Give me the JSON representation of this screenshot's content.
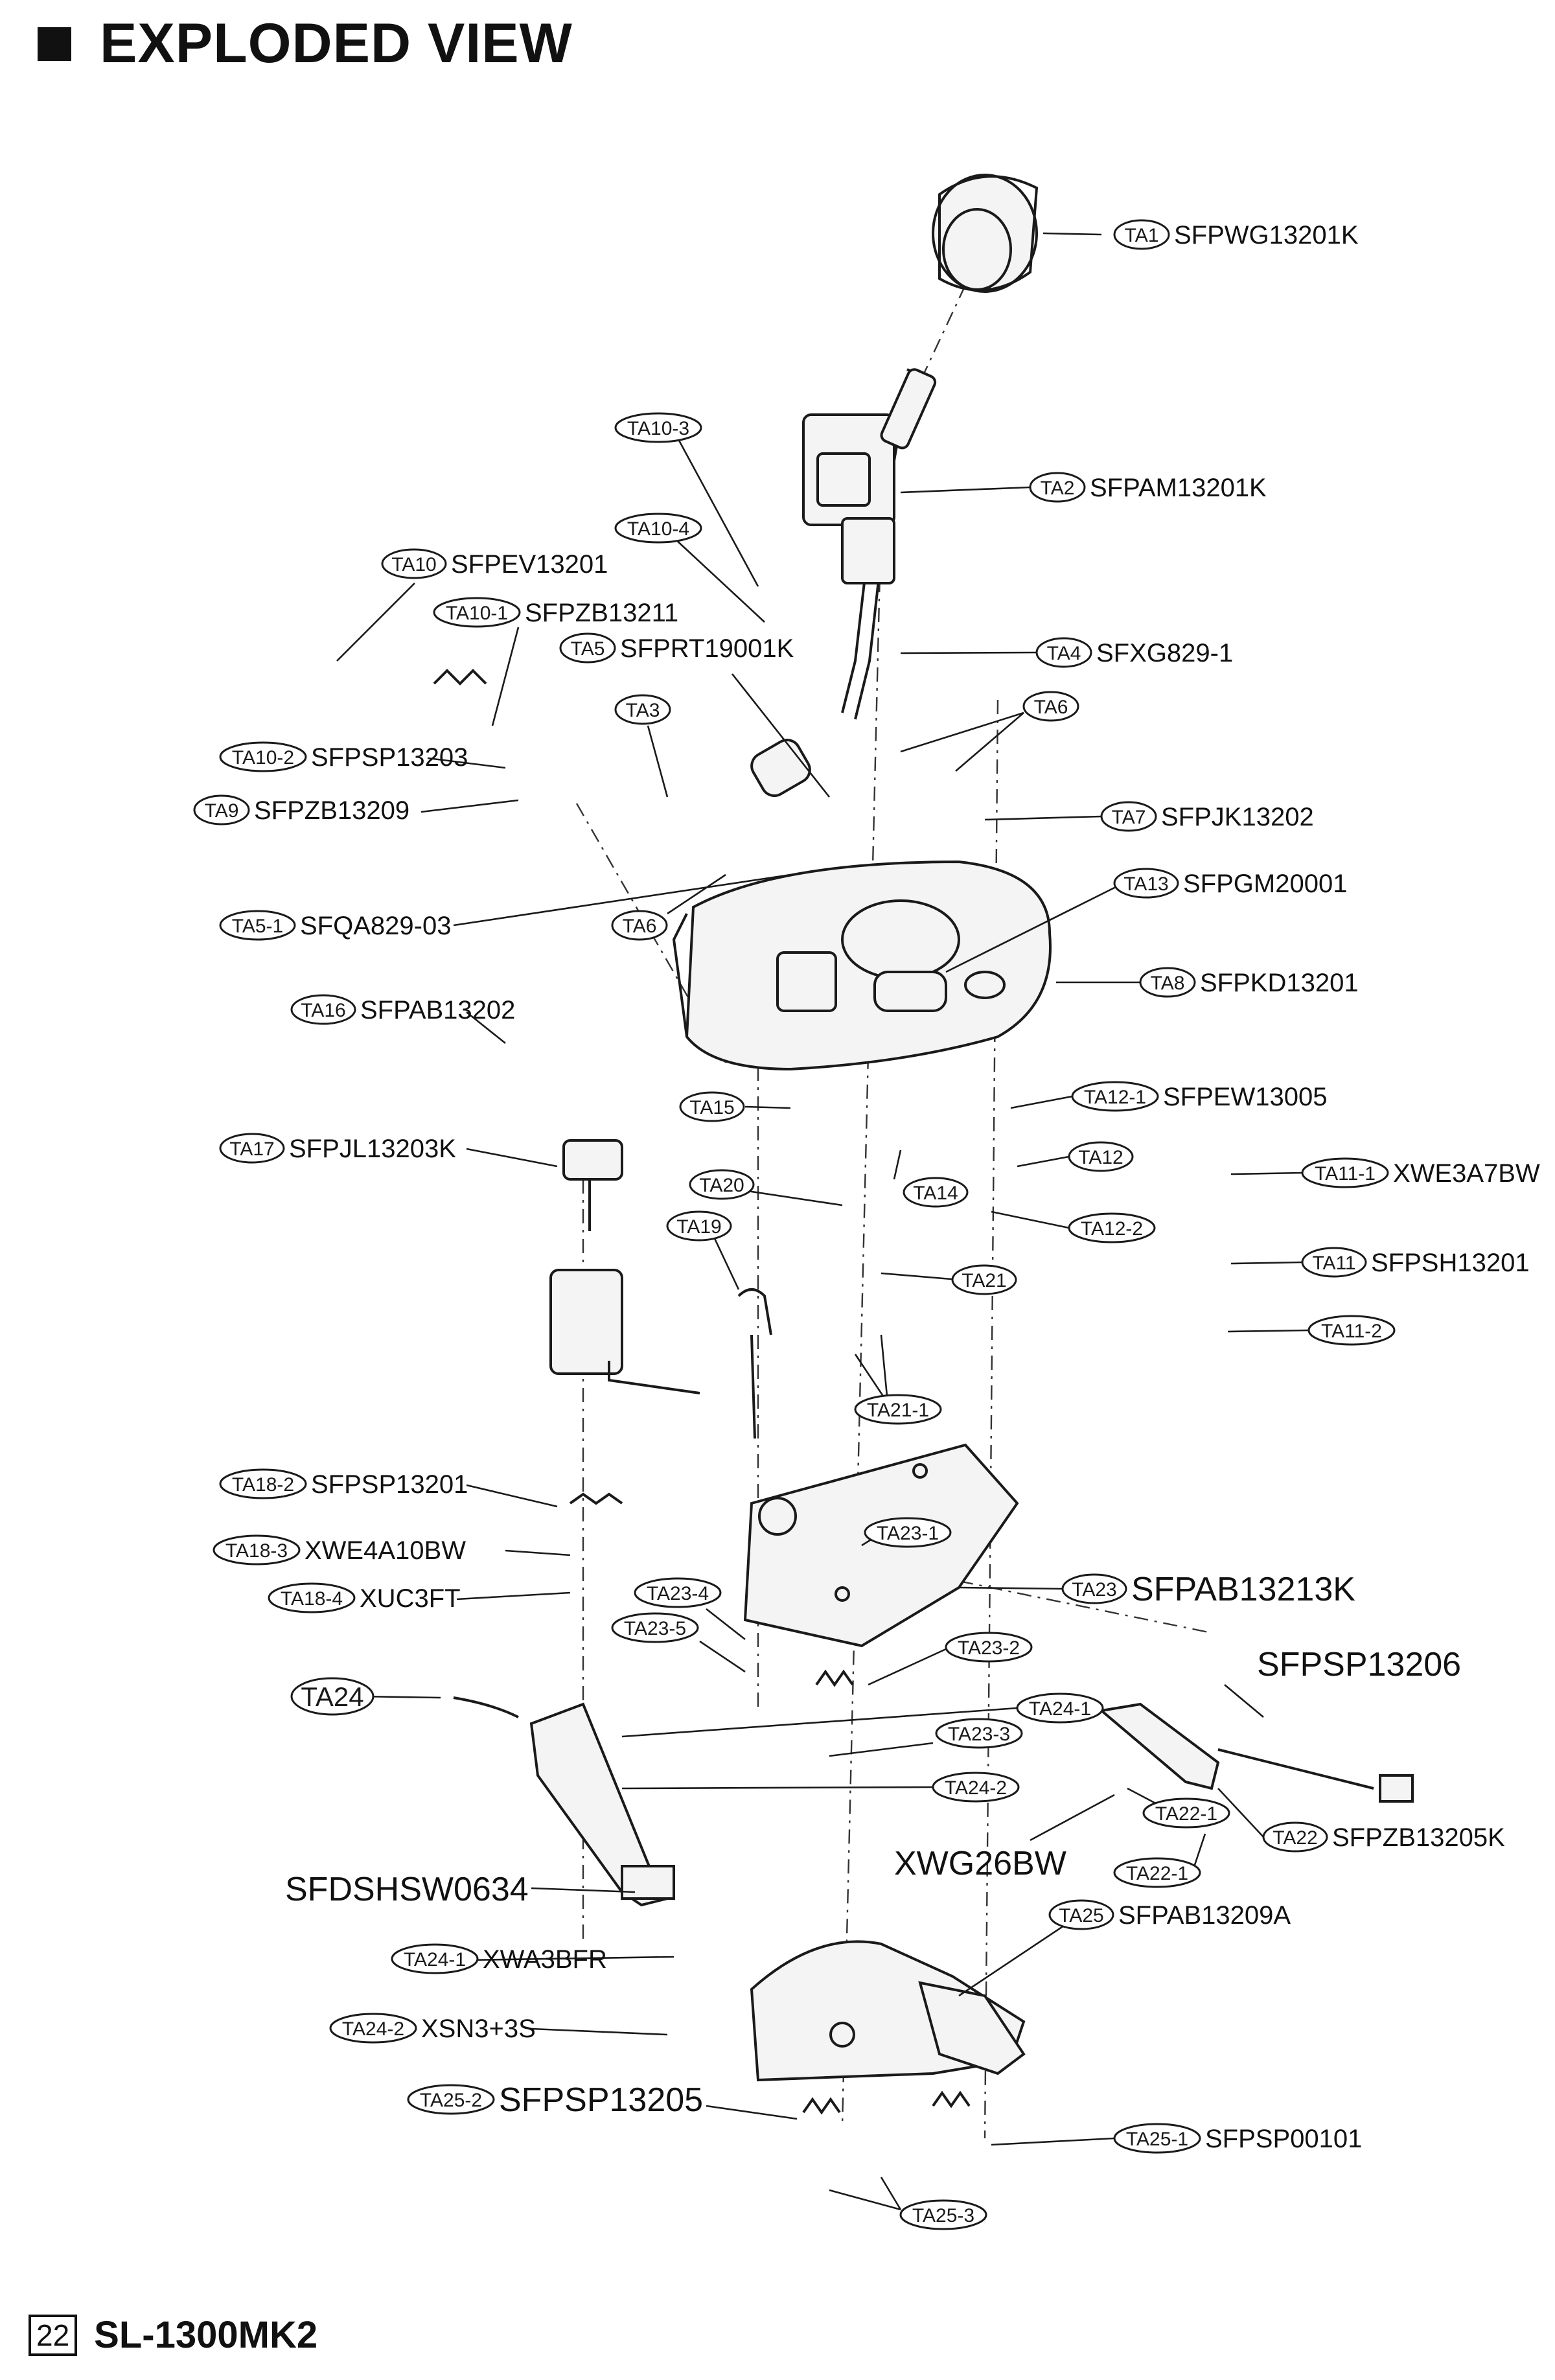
{
  "title": "EXPLODED VIEW",
  "footer": {
    "page_number": "22",
    "model": "SL-1300MK2"
  },
  "labels": [
    {
      "tag": "TA1",
      "part": "SFPWG13201K"
    },
    {
      "tag": "TA2",
      "part": "SFPAM13201K"
    },
    {
      "tag": "TA10-3",
      "part": ""
    },
    {
      "tag": "TA10-4",
      "part": ""
    },
    {
      "tag": "TA10",
      "part": "SFPEV13201"
    },
    {
      "tag": "TA10-1",
      "part": "SFPZB13211"
    },
    {
      "tag": "TA5",
      "part": "SFPRT19001K"
    },
    {
      "tag": "TA3",
      "part": ""
    },
    {
      "tag": "TA4",
      "part": "SFXG829-1"
    },
    {
      "tag": "TA6",
      "part": ""
    },
    {
      "tag": "TA10-2",
      "part": "SFPSP13203"
    },
    {
      "tag": "TA9",
      "part": "SFPZB13209"
    },
    {
      "tag": "TA7",
      "part": "SFPJK13202"
    },
    {
      "tag": "TA13",
      "part": "SFPGM20001"
    },
    {
      "tag": "TA5-1",
      "part": "SFQA829-03"
    },
    {
      "tag": "TA6",
      "part": ""
    },
    {
      "tag": "TA8",
      "part": "SFPKD13201"
    },
    {
      "tag": "TA16",
      "part": "SFPAB13202"
    },
    {
      "tag": "TA12-1",
      "part": "SFPEW13005"
    },
    {
      "tag": "TA15",
      "part": ""
    },
    {
      "tag": "TA17",
      "part": "SFPJL13203K"
    },
    {
      "tag": "TA12",
      "part": ""
    },
    {
      "tag": "TA11-1",
      "part": "XWE3A7BW"
    },
    {
      "tag": "TA20",
      "part": ""
    },
    {
      "tag": "TA14",
      "part": ""
    },
    {
      "tag": "TA12-2",
      "part": ""
    },
    {
      "tag": "TA19",
      "part": ""
    },
    {
      "tag": "TA11",
      "part": "SFPSH13201"
    },
    {
      "tag": "TA21",
      "part": ""
    },
    {
      "tag": "TA11-2",
      "part": ""
    },
    {
      "tag": "TA21-1",
      "part": ""
    },
    {
      "tag": "TA18-2",
      "part": "SFPSP13201"
    },
    {
      "tag": "TA23-1",
      "part": ""
    },
    {
      "tag": "TA18-3",
      "part": "XWE4A10BW"
    },
    {
      "tag": "TA18-4",
      "part": "XUC3FT"
    },
    {
      "tag": "TA23-4",
      "part": ""
    },
    {
      "tag": "TA23",
      "part": "SFPAB13213K"
    },
    {
      "tag": "TA23-5",
      "part": ""
    },
    {
      "tag": "TA23-2",
      "part": ""
    },
    {
      "tag": "",
      "part": "SFPSP13206"
    },
    {
      "tag": "TA24",
      "part": ""
    },
    {
      "tag": "TA24-1",
      "part": ""
    },
    {
      "tag": "TA23-3",
      "part": ""
    },
    {
      "tag": "TA24-2",
      "part": ""
    },
    {
      "tag": "TA22-1",
      "part": ""
    },
    {
      "tag": "",
      "part": "XWG26BW"
    },
    {
      "tag": "TA22",
      "part": "SFPZB13205K"
    },
    {
      "tag": "TA22-1",
      "part": ""
    },
    {
      "tag": "",
      "part": "SFDSHSW0634"
    },
    {
      "tag": "TA25",
      "part": "SFPAB13209A"
    },
    {
      "tag": "TA24-1",
      "part": "XWA3BFR"
    },
    {
      "tag": "TA24-2",
      "part": "XSN3+3S"
    },
    {
      "tag": "TA25-2",
      "part": "SFPSP13205"
    },
    {
      "tag": "TA25-1",
      "part": "SFPSP00101"
    },
    {
      "tag": "TA25-3",
      "part": ""
    }
  ]
}
